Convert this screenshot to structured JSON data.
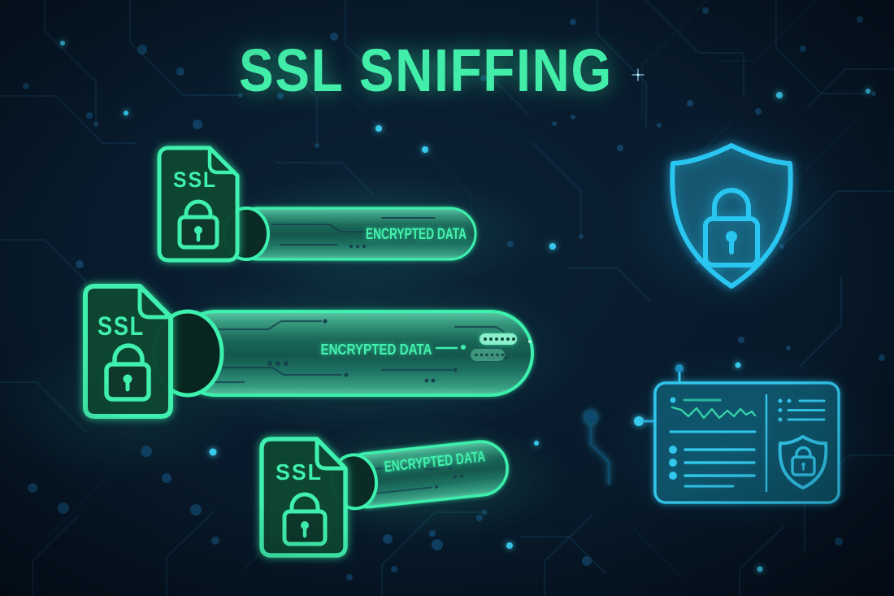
{
  "title": "SSL SNIFFING",
  "palette": {
    "background": "#071A2B",
    "accent_green": "#3FF0AE",
    "accent_cyan": "#2BC6F2"
  },
  "ssl_files": [
    {
      "label": "SSL",
      "tube_label": "ENCRYPTED DATA"
    },
    {
      "label": "SSL",
      "tube_label": "ENCRYPTED DATA"
    },
    {
      "label": "SSL",
      "tube_label": "ENCRYPTED DATA"
    }
  ],
  "icons": {
    "file_lock": "padlock-icon",
    "shield_lock": "shield-lock-icon",
    "dashboard": "security-dashboard-icon",
    "password_chip": "password-dots-chip"
  }
}
